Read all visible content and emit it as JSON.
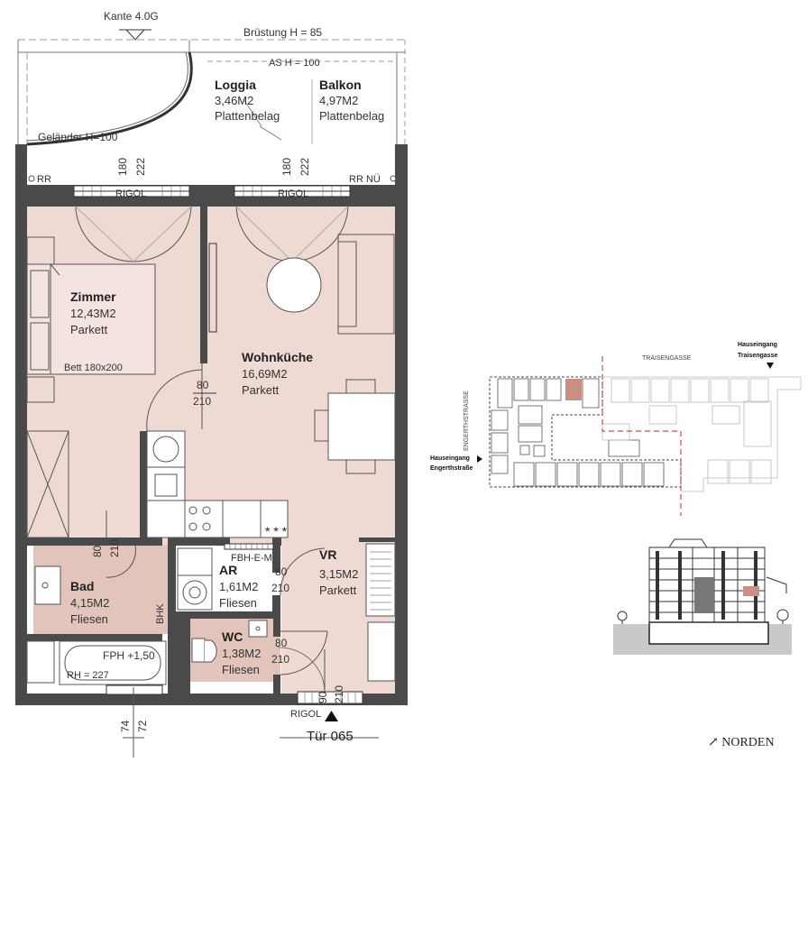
{
  "annotations": {
    "edge": "Kante 4.0G",
    "parapet": "Brüstung H = 85",
    "as_height": "AS H = 100",
    "railing": "Geländer H=100",
    "rr_left": "RR",
    "rr_right": "RR NÜ",
    "rigol_1": "RIGOL",
    "rigol_2": "RIGOL",
    "rigol_3": "RIGOL",
    "dim_180_a": "180",
    "dim_222_a": "222",
    "dim_180_b": "180",
    "dim_222_b": "222",
    "bed": "Bett 180x200",
    "fbh": "FBH-E-M",
    "bhk": "BHK",
    "fph": "FPH +1,50",
    "rh": "RH = 227",
    "dim_74": "74",
    "dim_72": "72",
    "door": "Tür 065"
  },
  "rooms": {
    "loggia": {
      "name": "Loggia",
      "area": "3,46M2",
      "floor": "Plattenbelag"
    },
    "balkon": {
      "name": "Balkon",
      "area": "4,97M2",
      "floor": "Plattenbelag"
    },
    "zimmer": {
      "name": "Zimmer",
      "area": "12,43M2",
      "floor": "Parkett"
    },
    "wohnkueche": {
      "name": "Wohnküche",
      "area": "16,69M2",
      "floor": "Parkett"
    },
    "bad": {
      "name": "Bad",
      "area": "4,15M2",
      "floor": "Fliesen"
    },
    "ar": {
      "name": "AR",
      "area": "1,61M2",
      "floor": "Fliesen"
    },
    "vr": {
      "name": "VR",
      "area": "3,15M2",
      "floor": "Parkett"
    },
    "wc": {
      "name": "WC",
      "area": "1,38M2",
      "floor": "Fliesen"
    }
  },
  "doors": {
    "zimmer": {
      "w": "80",
      "h": "210"
    },
    "bad": {
      "w": "80",
      "h": "210"
    },
    "ar": {
      "w": "80",
      "h": "210"
    },
    "wc": {
      "w": "80",
      "h": "210"
    },
    "entry": {
      "w": "90",
      "h": "210"
    }
  },
  "site_plan": {
    "street_top": "TRAISENGASSE",
    "street_left": "ENGERTHSTRASSE",
    "entrance_top_1": "Hauseingang",
    "entrance_top_2": "Traisengasse",
    "entrance_left_1": "Hauseingang",
    "entrance_left_2": "Engerthstraße"
  },
  "north": "↗ NORDEN",
  "colors": {
    "wall": "#4a4a4a",
    "room_fill": "#efd9d3",
    "wet_fill": "#e3c4bb",
    "highlight": "#c98f82"
  }
}
